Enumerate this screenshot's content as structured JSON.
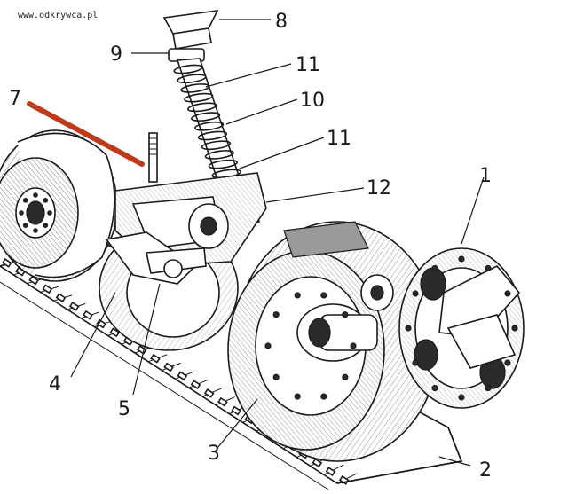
{
  "watermark": "www.odkrywca.pl",
  "accent_color": "#c0391b",
  "callouts": [
    {
      "id": "1",
      "text": "1"
    },
    {
      "id": "2",
      "text": "2"
    },
    {
      "id": "3",
      "text": "3"
    },
    {
      "id": "4",
      "text": "4"
    },
    {
      "id": "5",
      "text": "5"
    },
    {
      "id": "7",
      "text": "7"
    },
    {
      "id": "8",
      "text": "8"
    },
    {
      "id": "9",
      "text": "9"
    },
    {
      "id": "10",
      "text": "10"
    },
    {
      "id": "11a",
      "text": "11"
    },
    {
      "id": "11b",
      "text": "11"
    },
    {
      "id": "12",
      "text": "12"
    }
  ]
}
